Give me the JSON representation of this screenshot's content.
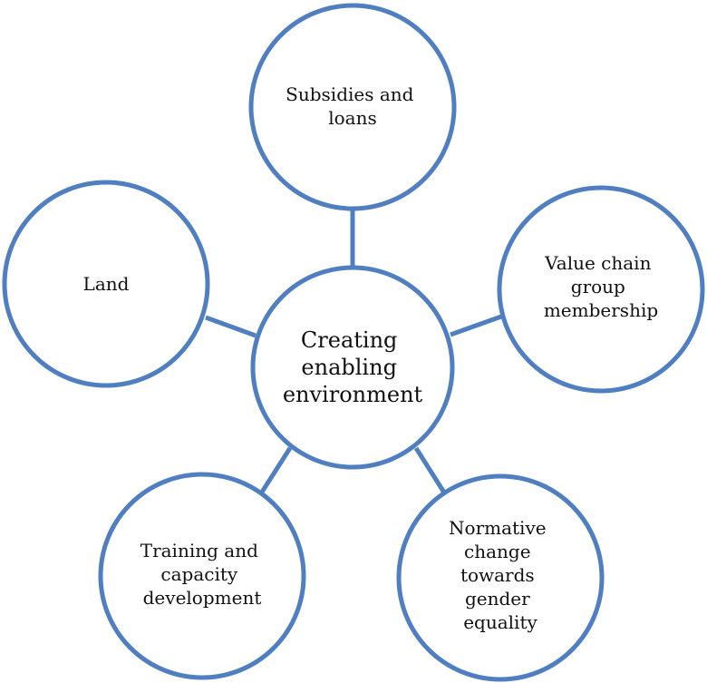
{
  "diagram": {
    "stroke_color": "#4f7fc0",
    "center": {
      "lines": [
        "Creating",
        "enabling",
        "environment"
      ]
    },
    "nodes": [
      {
        "id": "subsidies-and-loans",
        "lines": [
          "Subsidies and",
          "loans"
        ]
      },
      {
        "id": "value-chain-group-membership",
        "lines": [
          "Value chain",
          "group",
          "membership"
        ]
      },
      {
        "id": "normative-change-towards-gender-equality",
        "lines": [
          "Normative",
          "change",
          "towards",
          "gender",
          "equality"
        ]
      },
      {
        "id": "training-and-capacity-development",
        "lines": [
          "Training and",
          "capacity",
          "development"
        ]
      },
      {
        "id": "land",
        "lines": [
          "Land"
        ]
      }
    ]
  }
}
